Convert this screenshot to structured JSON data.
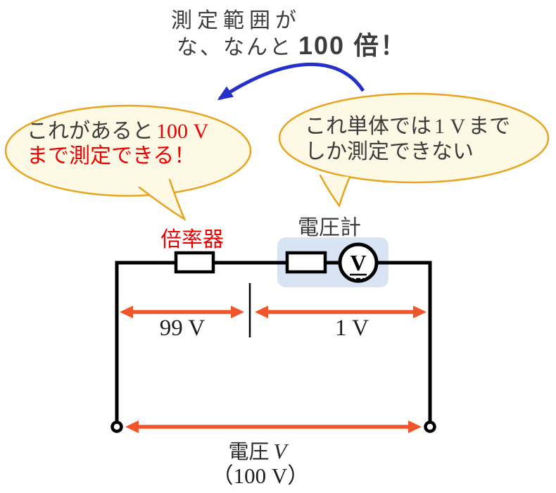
{
  "caption": {
    "line1": "測定範囲が",
    "line2_normal": "な、なんと",
    "line2_bold": "100 倍！"
  },
  "bubble_left": {
    "line1_dark": "これがあると",
    "line1_red_value": "100 V",
    "line2_red": "まで測定できる！"
  },
  "bubble_right": {
    "line1_pre": "これ単体では",
    "line1_value": "1 V",
    "line1_post": "まで",
    "line2": "しか測定できない"
  },
  "labels": {
    "multiplier": "倍率器",
    "voltmeter": "電圧計",
    "span_left": "99 V",
    "span_right": "1 V",
    "voltage_name": "電圧",
    "voltage_var": "V",
    "voltage_value": "（100 V）"
  },
  "meter": {
    "symbol": "V"
  },
  "colors": {
    "red": "#ee0000",
    "orange": "#f0562a",
    "gold": "#e7a41f",
    "cream": "#fdf9e5",
    "blue": "#2330c9",
    "light_blue": "#d8e4f4",
    "dark": "#3c3c3c",
    "black": "#000000"
  }
}
